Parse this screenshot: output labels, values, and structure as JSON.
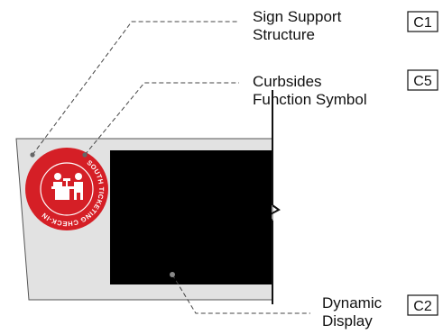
{
  "callouts": [
    {
      "id": "support",
      "label_line1": "Sign Support",
      "label_line2": "Structure",
      "code": "C1"
    },
    {
      "id": "symbol",
      "label_line1": "Curbsides",
      "label_line2": "Function Symbol",
      "code": "C5"
    },
    {
      "id": "display",
      "label_line1": "Dynamic",
      "label_line2": "Display",
      "code": "C2"
    }
  ],
  "badge": {
    "ring_text": "SOUTH TICKETING CHECK-IN",
    "icon": "ticket-counter-people-icon"
  },
  "colors": {
    "panel": "#e2e2e2",
    "panel_stroke": "#555555",
    "badge_red": "#d51f26",
    "display": "#000000",
    "post": "#111111",
    "leader": "#444444"
  }
}
